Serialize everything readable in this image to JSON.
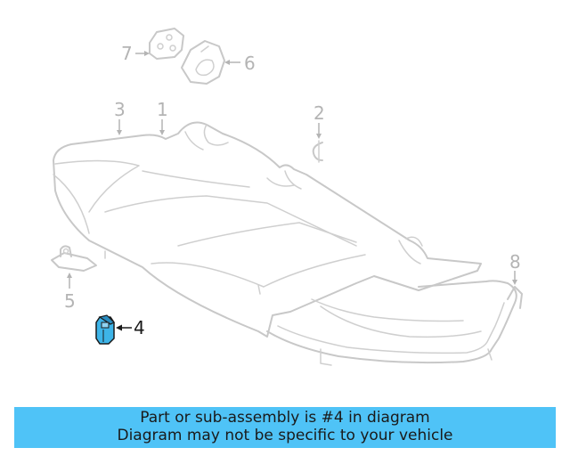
{
  "colors": {
    "banner_bg": "#4fc3f7",
    "highlight_part": "#3db4e8",
    "faded_line": "#c8c8c8",
    "faded_callout": "#b4b4b4",
    "active_callout": "#1a1a1a"
  },
  "diagram": {
    "callouts": [
      {
        "id": "7",
        "label": "7",
        "highlighted": false
      },
      {
        "id": "6",
        "label": "6",
        "highlighted": false
      },
      {
        "id": "3",
        "label": "3",
        "highlighted": false
      },
      {
        "id": "1",
        "label": "1",
        "highlighted": false
      },
      {
        "id": "2",
        "label": "2",
        "highlighted": false
      },
      {
        "id": "8",
        "label": "8",
        "highlighted": false
      },
      {
        "id": "5",
        "label": "5",
        "highlighted": false
      },
      {
        "id": "4",
        "label": "4",
        "highlighted": true
      }
    ]
  },
  "banner": {
    "line1": "Part or sub-assembly is #4 in diagram",
    "line2": "Diagram may not be specific to your vehicle"
  }
}
